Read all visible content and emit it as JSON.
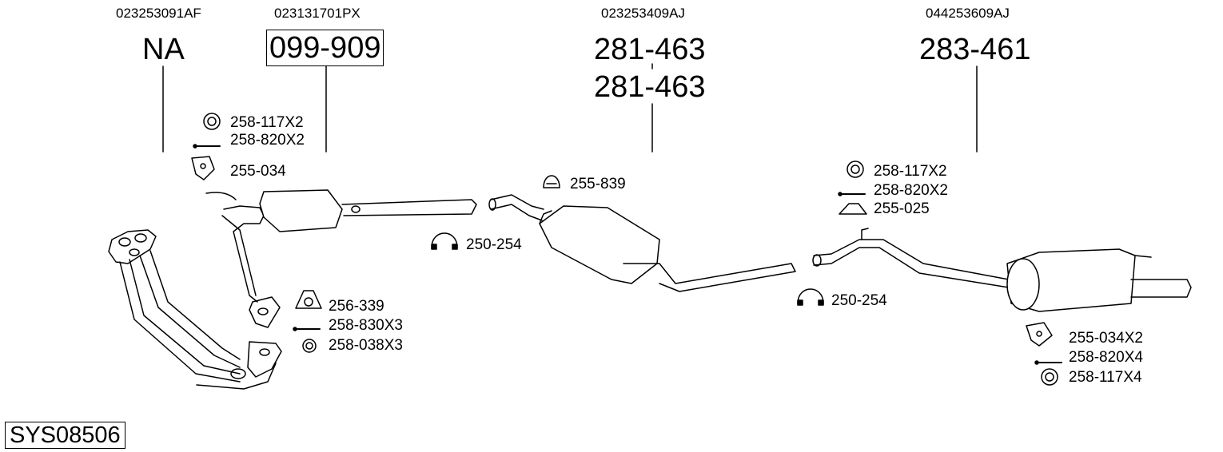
{
  "oem": {
    "group1": "023253091AF",
    "group2": "023131701PX",
    "group3": "023253409AJ",
    "group4": "044253609AJ"
  },
  "parts": {
    "group1": "NA",
    "group2": "099-909",
    "group3_a": "281-463",
    "group3_b": "281-463",
    "group4": "283-461"
  },
  "accessories": {
    "g2_ring": "258-117X2",
    "g2_bolt": "258-820X2",
    "g2_hanger": "255-034",
    "g3_rubber": "255-839",
    "g3_clamp": "250-254",
    "flange_gasket": "256-339",
    "flange_bolt": "258-830X3",
    "flange_nut": "258-038X3",
    "g4_ring": "258-117X2",
    "g4_bolt": "258-820X2",
    "g4_hanger": "255-025",
    "g4_clamp": "250-254",
    "rear_hanger": "255-034X2",
    "rear_bolt": "258-820X4",
    "rear_ring": "258-117X4"
  },
  "system_code": "SYS08506"
}
